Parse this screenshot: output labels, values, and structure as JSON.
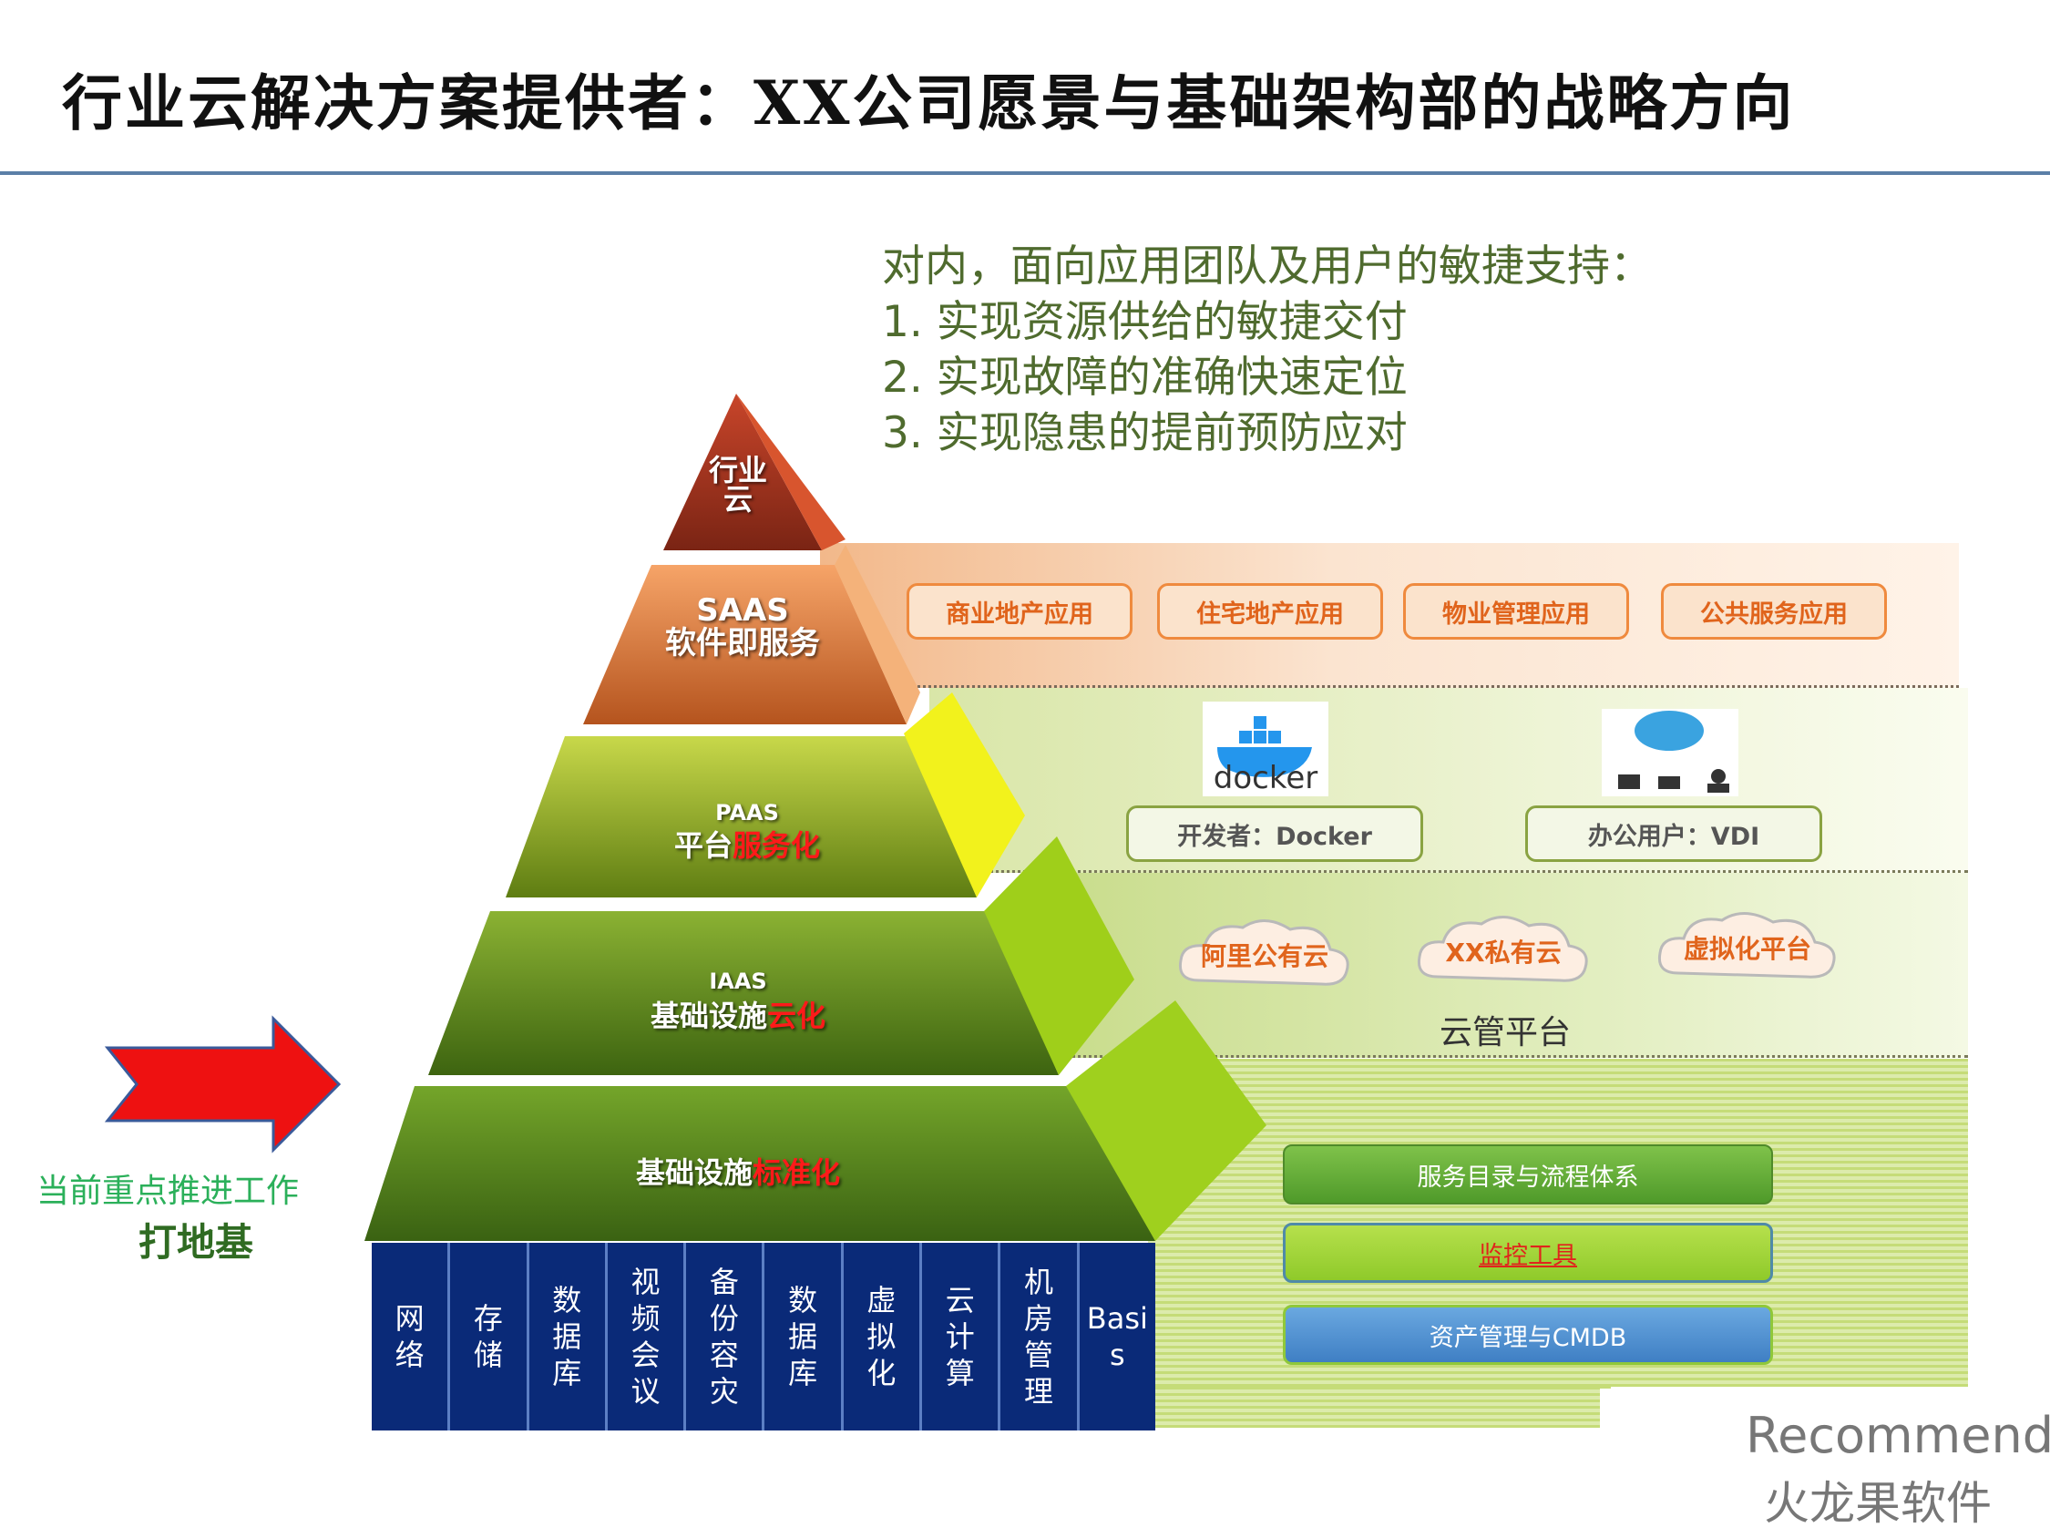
{
  "title": "行业云解决方案提供者：XX公司愿景与基础架构部的战略方向",
  "goals": {
    "heading": "对内，面向应用团队及用户的敏捷支持：",
    "items": [
      "1. 实现资源供给的敏捷交付",
      "2. 实现故障的准确快速定位",
      "3. 实现隐患的提前预防应对"
    ]
  },
  "pyramid": {
    "top": {
      "line1": "行业",
      "line2": "云"
    },
    "saas": {
      "line1": "SAAS",
      "line2": "软件即服务"
    },
    "paas": {
      "line1": "PAAS",
      "prefix": "平台",
      "highlight": "服务化"
    },
    "iaas": {
      "line1": "IAAS",
      "prefix": "基础设施",
      "highlight": "云化"
    },
    "base": {
      "prefix": "基础设施",
      "highlight": "标准化"
    }
  },
  "saas_apps": [
    "商业地产应用",
    "住宅地产应用",
    "物业管理应用",
    "公共服务应用"
  ],
  "paas_roles": {
    "docker_logo_text": "docker",
    "developer": "开发者：Docker",
    "office": "办公用户：VDI"
  },
  "iaas_clouds": [
    "阿里公有云",
    "XX私有云",
    "虚拟化平台"
  ],
  "iaas_platform": "云管平台",
  "tools": [
    "服务目录与流程体系",
    "监控工具",
    "资产管理与CMDB"
  ],
  "base_cells": [
    "网络",
    "存储",
    "数据库",
    "视频会议",
    "备份容灾",
    "数据库",
    "虚拟化",
    "云计算",
    "机房管理",
    "Basis"
  ],
  "focus_label": "当前重点推进工作",
  "foundation_label": "打地基",
  "logo": {
    "en": "Recommend",
    "cn": "火龙果软件"
  },
  "colors": {
    "accent_orange": "#e0641c",
    "highlight_red": "#ff1a1a",
    "base_navy": "#0a2a78",
    "arrow_red": "#ee1111"
  }
}
